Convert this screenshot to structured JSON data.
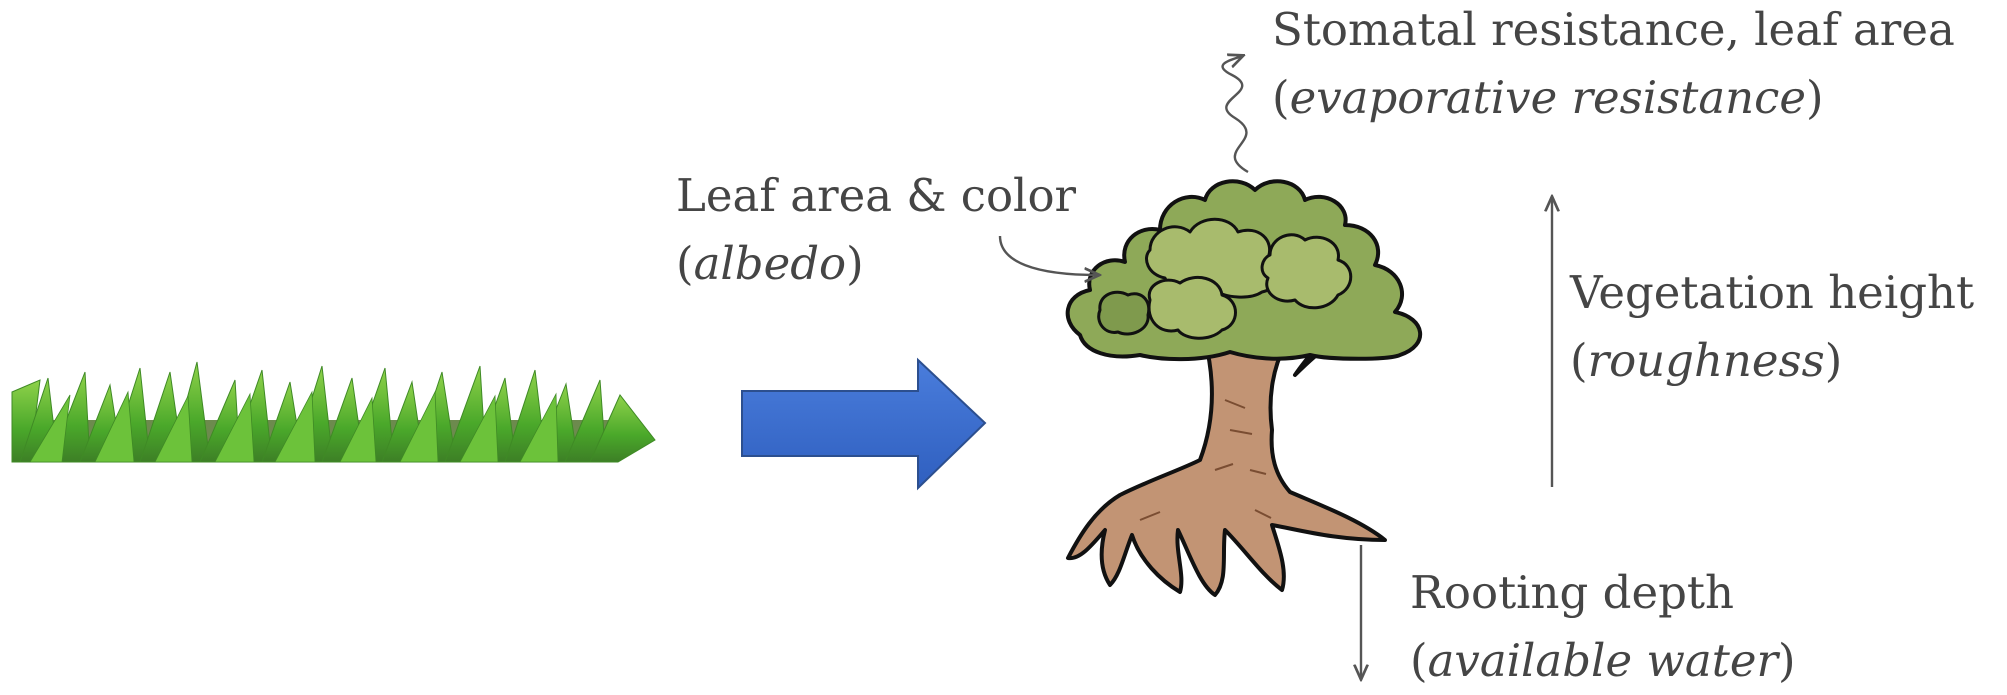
{
  "colors": {
    "text": "#454545",
    "arrow_blue": "#3f6fd1",
    "grass_green": "#4caf2a",
    "foliage_green": "#9bb063",
    "trunk_brown": "#c29474"
  },
  "labels": {
    "stomatal": {
      "line1": "Stomatal resistance, leaf area",
      "open": "(",
      "italic": "evaporative resistance",
      "close": ")"
    },
    "leaf": {
      "line1": "Leaf area & color",
      "open": "(",
      "italic": "albedo",
      "close": ")"
    },
    "height": {
      "line1": "Vegetation height",
      "open": "(",
      "italic": "roughness",
      "close": ")"
    },
    "rooting": {
      "line1": "Rooting depth",
      "open": "(",
      "italic": "available water",
      "close": ")"
    }
  },
  "icons": [
    "grass-icon",
    "right-arrow-icon",
    "tree-icon",
    "squiggle-arrow-icon",
    "curved-arrow-icon",
    "up-arrow-icon",
    "down-arrow-icon"
  ]
}
